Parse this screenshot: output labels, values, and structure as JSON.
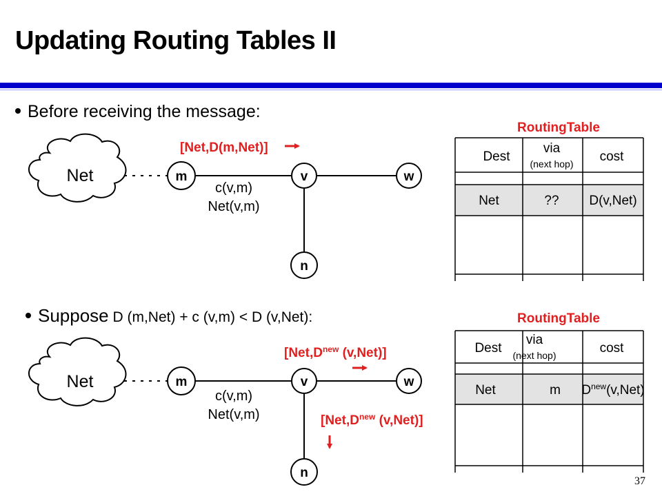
{
  "slide": {
    "title": "Updating Routing Tables II",
    "bullet1": "Before receiving the message:",
    "bullet2_lead": "Suppose",
    "bullet2_condition": " D (m,Net) + c (v,m) < D (v,Net):",
    "page_number": "37"
  },
  "colors": {
    "accent_bar": "#0000cc",
    "message_red": "#e02020"
  },
  "diagram_top": {
    "cloud_label": "Net",
    "nodes": {
      "m": "m",
      "v": "v",
      "w": "w",
      "n": "n"
    },
    "edge_label_cost": "c(v,m)",
    "edge_label_net": "Net(v,m)",
    "message": "[Net,D(m,Net)]"
  },
  "diagram_bottom": {
    "cloud_label": "Net",
    "nodes": {
      "m": "m",
      "v": "v",
      "w": "w",
      "n": "n"
    },
    "edge_label_cost": "c(v,m)",
    "edge_label_net": "Net(v,m)",
    "message_w": {
      "prefix": "[Net,D",
      "sup": "new",
      "suffix": " (v,Net)]"
    },
    "message_n": {
      "prefix": "[Net,D",
      "sup": "new",
      "suffix": " (v,Net)]"
    }
  },
  "table_top": {
    "title": "RoutingTable",
    "headers": {
      "dest": "Dest",
      "via": "via",
      "via_sub": "(next hop)",
      "cost": "cost"
    },
    "row": {
      "dest": "Net",
      "via": "??",
      "cost": "D(v,Net)"
    }
  },
  "table_bottom": {
    "title": "RoutingTable",
    "headers": {
      "dest": "Dest",
      "via": "via",
      "via_sub": "(next hop)",
      "cost": "cost"
    },
    "row": {
      "dest": "Net",
      "via": "m",
      "cost_prefix": "D",
      "cost_sup": "new",
      "cost_suffix": "(v,Net)"
    }
  }
}
